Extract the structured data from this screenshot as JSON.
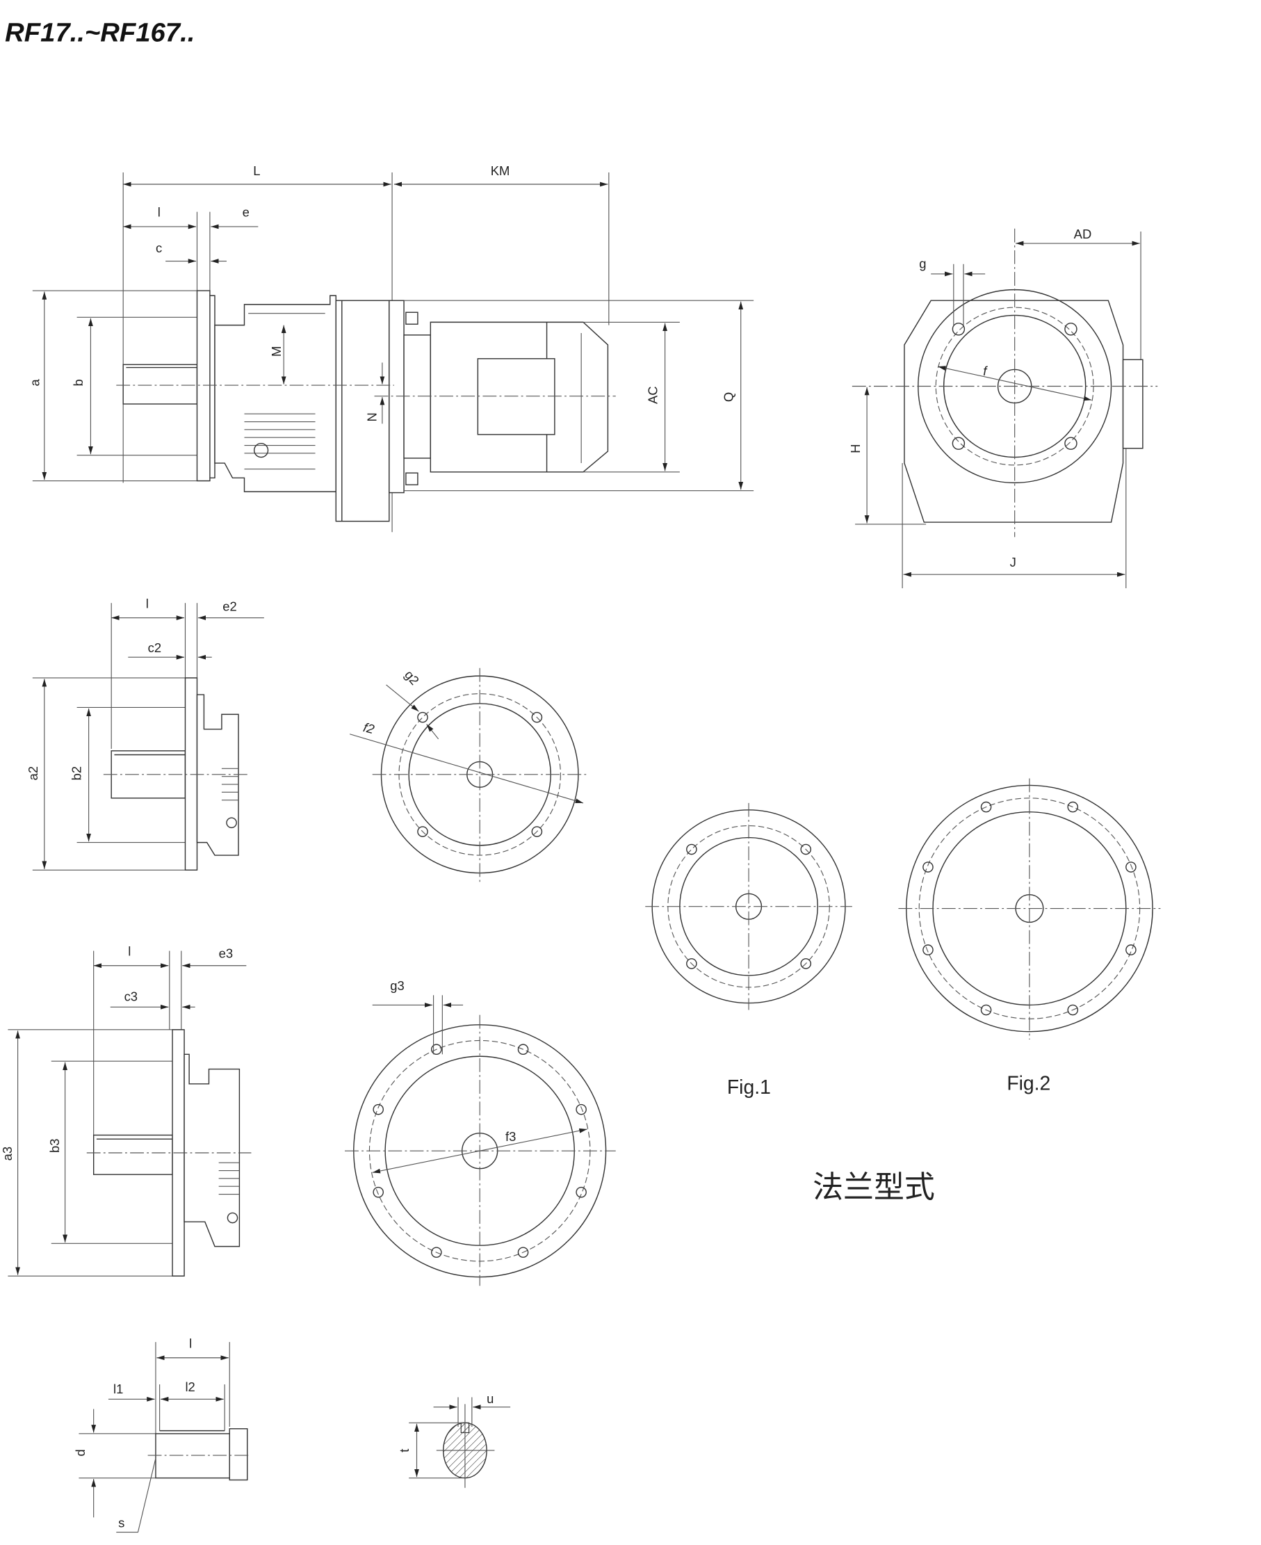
{
  "title": "RF17..~RF167..",
  "labels": {
    "L": "L",
    "KM": "KM",
    "l": "l",
    "e": "e",
    "c": "c",
    "a": "a",
    "b": "b",
    "M": "M",
    "N": "N",
    "AC": "AC",
    "Q": "Q",
    "AD": "AD",
    "g": "g",
    "f": "f",
    "H": "H",
    "J": "J",
    "e2": "e2",
    "c2": "c2",
    "a2": "a2",
    "b2": "b2",
    "g2": "g2",
    "f2": "f2",
    "e3": "e3",
    "c3": "c3",
    "a3": "a3",
    "b3": "b3",
    "g3": "g3",
    "f3": "f3",
    "l1": "l1",
    "l2": "l2",
    "d": "d",
    "s": "s",
    "t": "t",
    "u": "u"
  },
  "figures": {
    "fig1": "Fig.1",
    "fig2": "Fig.2"
  },
  "caption": "法兰型式"
}
